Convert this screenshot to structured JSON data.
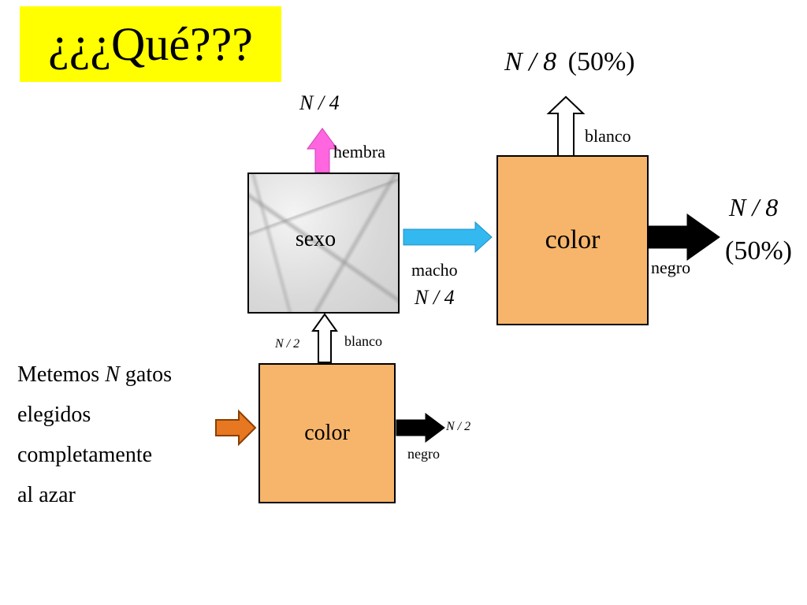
{
  "title": "¿¿¿Qué???",
  "intro": {
    "line1_a": "Metemos",
    "line1_var": "N",
    "line1_b": "gatos",
    "line2": "elegidos",
    "line3": "completamente",
    "line4": "al azar"
  },
  "boxes": {
    "color_bottom": "color",
    "sexo": "sexo",
    "color_top": "color"
  },
  "labels": {
    "blanco_bottom": "blanco",
    "n_half_blanco": "N / 2",
    "negro_bottom": "negro",
    "n_half_negro": "N / 2",
    "hembra": "hembra",
    "n_quarter_hembra": "N / 4",
    "macho": "macho",
    "n_quarter_macho": "N / 4",
    "blanco_top": "blanco",
    "n_eighth_blanco": "N / 8",
    "pct_blanco": "(50%)",
    "negro_top": "negro",
    "n_eighth_negro": "N / 8",
    "pct_negro": "(50%)"
  },
  "colors": {
    "title_bg": "#ffff00",
    "box_fill": "#f7b56b",
    "input_arrow": "#e87722",
    "hembra_arrow": "#ff66e0",
    "macho_arrow": "#33b8f0",
    "black_arrow": "#000000",
    "white_arrow": "#ffffff"
  }
}
